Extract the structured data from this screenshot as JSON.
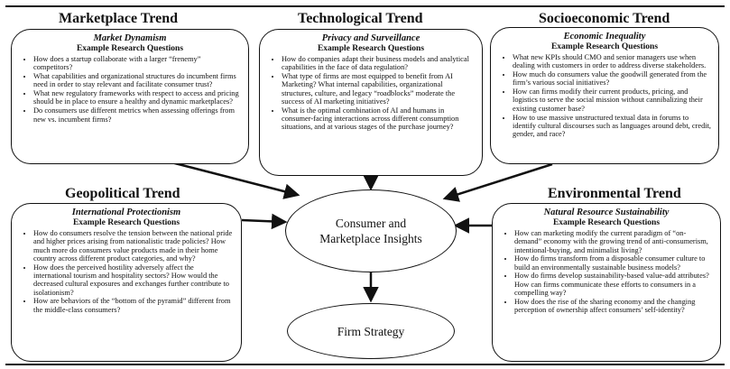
{
  "trends": {
    "market": {
      "title": "Marketplace Trend",
      "box_title": "Market Dynamism",
      "sub": "Example Research Questions",
      "questions": [
        "How does a startup collaborate with a larger “frenemy” competitors?",
        "What capabilities and organizational structures do incumbent firms need in order to stay relevant and facilitate consumer trust?",
        "What new regulatory frameworks with respect to access and pricing should be in place to ensure a healthy and dynamic marketplaces?",
        "Do consumers use different metrics when assessing offerings from new vs. incumbent firms?"
      ]
    },
    "tech": {
      "title": "Technological Trend",
      "box_title": "Privacy and Surveillance",
      "sub": "Example Research Questions",
      "questions": [
        "How do companies adapt their business models and analytical capabilities in the face of data regulation?",
        "What type of firms are most equipped to benefit from AI Marketing? What internal capabilities, organizational structures, culture, and legacy “roadblocks” moderate the success of AI marketing initiatives?",
        "What is the optimal combination of AI and humans in consumer-facing interactions across different consumption situations, and at various stages of the purchase journey?"
      ]
    },
    "socio": {
      "title": "Socioeconomic Trend",
      "box_title": "Economic Inequality",
      "sub": "Example Research Questions",
      "questions": [
        "What new KPIs should CMO and senior managers use when dealing with customers in order to address diverse stakeholders.",
        "How much do consumers value the goodwill generated from the firm’s various social initiatives?",
        "How can firms modify their current products, pricing, and logistics to serve the social mission without cannibalizing their existing customer base?",
        "How to use massive unstructured textual data in forums to identify cultural discourses such as languages around debt, credit, gender, and race?"
      ]
    },
    "geo": {
      "title": "Geopolitical Trend",
      "box_title": "International Protectionism",
      "sub": "Example Research Questions",
      "questions": [
        "How do consumers resolve the tension between the national pride and higher prices arising from nationalistic trade policies? How much more do consumers value products made in their home country across different product categories, and why?",
        "How does the perceived hostility adversely affect the international tourism and hospitality sectors? How would the decreased cultural exposures and exchanges further contribute to isolationism?",
        "How are behaviors of the “bottom of the pyramid” different from the middle-class consumers?"
      ]
    },
    "env": {
      "title": "Environmental Trend",
      "box_title": "Natural Resource Sustainability",
      "sub": "Example Research Questions",
      "questions": [
        "How can marketing modify the current paradigm of “on-demand” economy with the growing trend of anti-consumerism, intentional-buying, and minimalist living?",
        "How do firms transform from a disposable consumer culture to build an environmentally sustainable business models?",
        "How do firms develop sustainability-based value-add attributes? How can firms communicate these efforts to consumers in a compelling way?",
        "How does the rise of the sharing economy and the changing perception of ownership affect consumers’ self-identity?"
      ]
    }
  },
  "center": {
    "label": "Consumer and Marketplace Insights"
  },
  "bottom": {
    "label": "Firm Strategy"
  }
}
